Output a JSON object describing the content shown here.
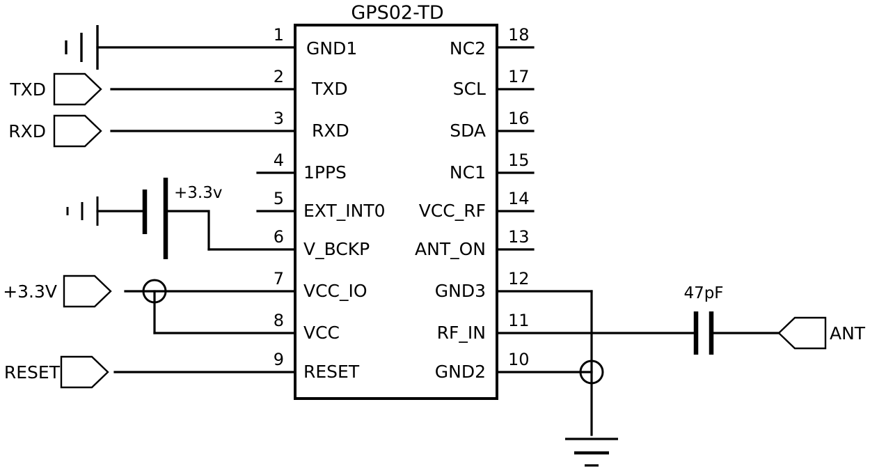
{
  "title": "GPS02-TD",
  "component": {
    "designator_label": "GPS02-TD",
    "left_pins": [
      {
        "number": "1",
        "name": "GND1"
      },
      {
        "number": "2",
        "name": "TXD"
      },
      {
        "number": "3",
        "name": "RXD"
      },
      {
        "number": "4",
        "name": "1PPS"
      },
      {
        "number": "5",
        "name": "EXT_INT0"
      },
      {
        "number": "6",
        "name": "V_BCKP"
      },
      {
        "number": "7",
        "name": "VCC_IO"
      },
      {
        "number": "8",
        "name": "VCC"
      },
      {
        "number": "9",
        "name": "RESET"
      }
    ],
    "right_pins": [
      {
        "number": "18",
        "name": "NC2"
      },
      {
        "number": "17",
        "name": "SCL"
      },
      {
        "number": "16",
        "name": "SDA"
      },
      {
        "number": "15",
        "name": "NC1"
      },
      {
        "number": "14",
        "name": "VCC_RF"
      },
      {
        "number": "13",
        "name": "ANT_ON"
      },
      {
        "number": "12",
        "name": "GND3"
      },
      {
        "number": "11",
        "name": "RF_IN"
      },
      {
        "number": "10",
        "name": "GND2"
      }
    ]
  },
  "nets": {
    "txd": "TXD",
    "rxd": "RXD",
    "vcc_supply": "+3.3V",
    "reset": "RESET",
    "antenna": "ANT"
  },
  "components": {
    "battery_label": "+3.3v",
    "capacitor_label": "47pF"
  },
  "symbols": {
    "ground_top_left": "ground-icon",
    "ground_mid_left": "ground-icon",
    "ground_bottom_right": "ground-icon",
    "battery": "battery-icon",
    "capacitor": "capacitor-icon",
    "junction_vcc": "junction-icon",
    "junction_gnd": "junction-icon"
  },
  "colors": {
    "line": "#000000",
    "background": "#ffffff",
    "text": "#000000"
  }
}
